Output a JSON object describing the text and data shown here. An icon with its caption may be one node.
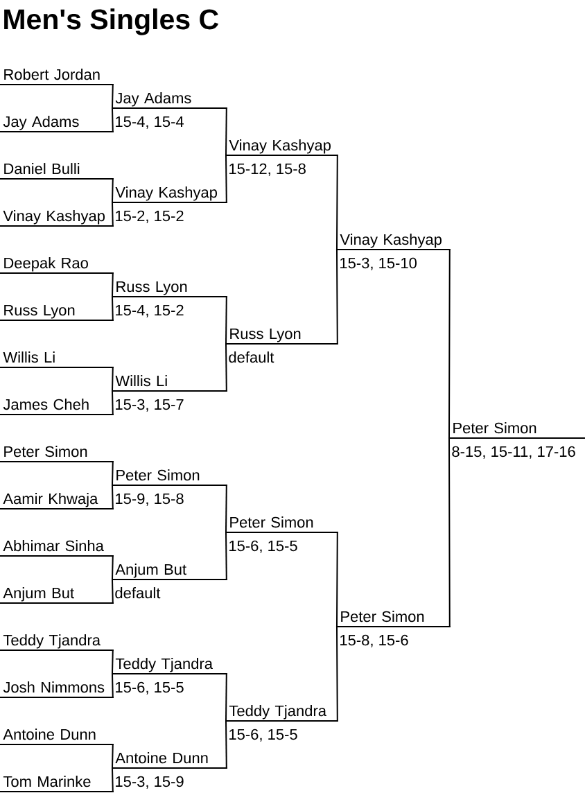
{
  "diagram": {
    "title": "Men's Singles C",
    "nodes": [
      {
        "text": [
          "Robert Jordan"
        ]
      },
      {
        "text": [
          "Jay Adams"
        ]
      },
      {
        "text": [
          "Daniel Bulli"
        ]
      },
      {
        "text": [
          "Vinay Kashyap"
        ]
      },
      {
        "text": [
          "Deepak Rao"
        ]
      },
      {
        "text": [
          "Russ Lyon"
        ]
      },
      {
        "text": [
          "Willis Li"
        ]
      },
      {
        "text": [
          "James Cheh"
        ]
      },
      {
        "text": [
          "Peter Simon"
        ]
      },
      {
        "text": [
          "Aamir Khwaja"
        ]
      },
      {
        "text": [
          "Abhimar Sinha"
        ]
      },
      {
        "text": [
          "Anjum But"
        ]
      },
      {
        "text": [
          "Teddy Tjandra"
        ]
      },
      {
        "text": [
          "Josh Nimmons"
        ]
      },
      {
        "text": [
          "Antoine Dunn"
        ]
      },
      {
        "text": [
          "Tom Marinke"
        ]
      },
      {
        "text": [
          "Jay Adams",
          "15-4, 15-4"
        ]
      },
      {
        "text": [
          "Vinay Kashyap",
          "15-2, 15-2"
        ]
      },
      {
        "text": [
          "Russ Lyon",
          "15-4, 15-2"
        ]
      },
      {
        "text": [
          "Willis Li",
          "15-3, 15-7"
        ]
      },
      {
        "text": [
          "Peter Simon",
          "15-9, 15-8"
        ]
      },
      {
        "text": [
          "Anjum But",
          "default"
        ]
      },
      {
        "text": [
          "Teddy Tjandra",
          "15-6, 15-5"
        ]
      },
      {
        "text": [
          "Antoine Dunn",
          "15-3, 15-9"
        ]
      },
      {
        "text": [
          "Vinay Kashyap",
          "15-12, 15-8"
        ]
      },
      {
        "text": [
          "Russ Lyon",
          "default"
        ]
      },
      {
        "text": [
          "Peter Simon",
          "15-6, 15-5"
        ]
      },
      {
        "text": [
          "Teddy Tjandra",
          "15-6, 15-5"
        ]
      },
      {
        "text": [
          "Vinay Kashyap",
          "15-3, 15-10"
        ]
      },
      {
        "text": [
          "Peter Simon",
          "15-8, 15-6"
        ]
      },
      {
        "text": [
          "Peter Simon",
          "8-15, 15-11, 17-16"
        ]
      }
    ],
    "edges": [
      {
        "from": 0,
        "to": 16,
        "arrow": "none"
      },
      {
        "from": 1,
        "to": 16,
        "arrow": "none"
      },
      {
        "from": 2,
        "to": 17,
        "arrow": "none"
      },
      {
        "from": 3,
        "to": 17,
        "arrow": "none"
      },
      {
        "from": 4,
        "to": 18,
        "arrow": "none"
      },
      {
        "from": 5,
        "to": 18,
        "arrow": "none"
      },
      {
        "from": 6,
        "to": 19,
        "arrow": "none"
      },
      {
        "from": 7,
        "to": 19,
        "arrow": "none"
      },
      {
        "from": 8,
        "to": 20,
        "arrow": "none"
      },
      {
        "from": 9,
        "to": 20,
        "arrow": "none"
      },
      {
        "from": 10,
        "to": 21,
        "arrow": "none"
      },
      {
        "from": 11,
        "to": 21,
        "arrow": "none"
      },
      {
        "from": 12,
        "to": 22,
        "arrow": "none"
      },
      {
        "from": 13,
        "to": 22,
        "arrow": "none"
      },
      {
        "from": 14,
        "to": 23,
        "arrow": "none"
      },
      {
        "from": 15,
        "to": 23,
        "arrow": "none"
      },
      {
        "from": 16,
        "to": 24,
        "arrow": "none"
      },
      {
        "from": 17,
        "to": 24,
        "arrow": "none"
      },
      {
        "from": 18,
        "to": 25,
        "arrow": "none"
      },
      {
        "from": 19,
        "to": 25,
        "arrow": "none"
      },
      {
        "from": 20,
        "to": 26,
        "arrow": "none"
      },
      {
        "from": 21,
        "to": 26,
        "arrow": "none"
      },
      {
        "from": 22,
        "to": 27,
        "arrow": "none"
      },
      {
        "from": 23,
        "to": 27,
        "arrow": "none"
      },
      {
        "from": 24,
        "to": 28,
        "arrow": "none"
      },
      {
        "from": 25,
        "to": 28,
        "arrow": "none"
      },
      {
        "from": 26,
        "to": 29,
        "arrow": "none"
      },
      {
        "from": 27,
        "to": 29,
        "arrow": "none"
      },
      {
        "from": 28,
        "to": 30,
        "arrow": "none"
      },
      {
        "from": 29,
        "to": 30,
        "arrow": "none"
      }
    ]
  }
}
